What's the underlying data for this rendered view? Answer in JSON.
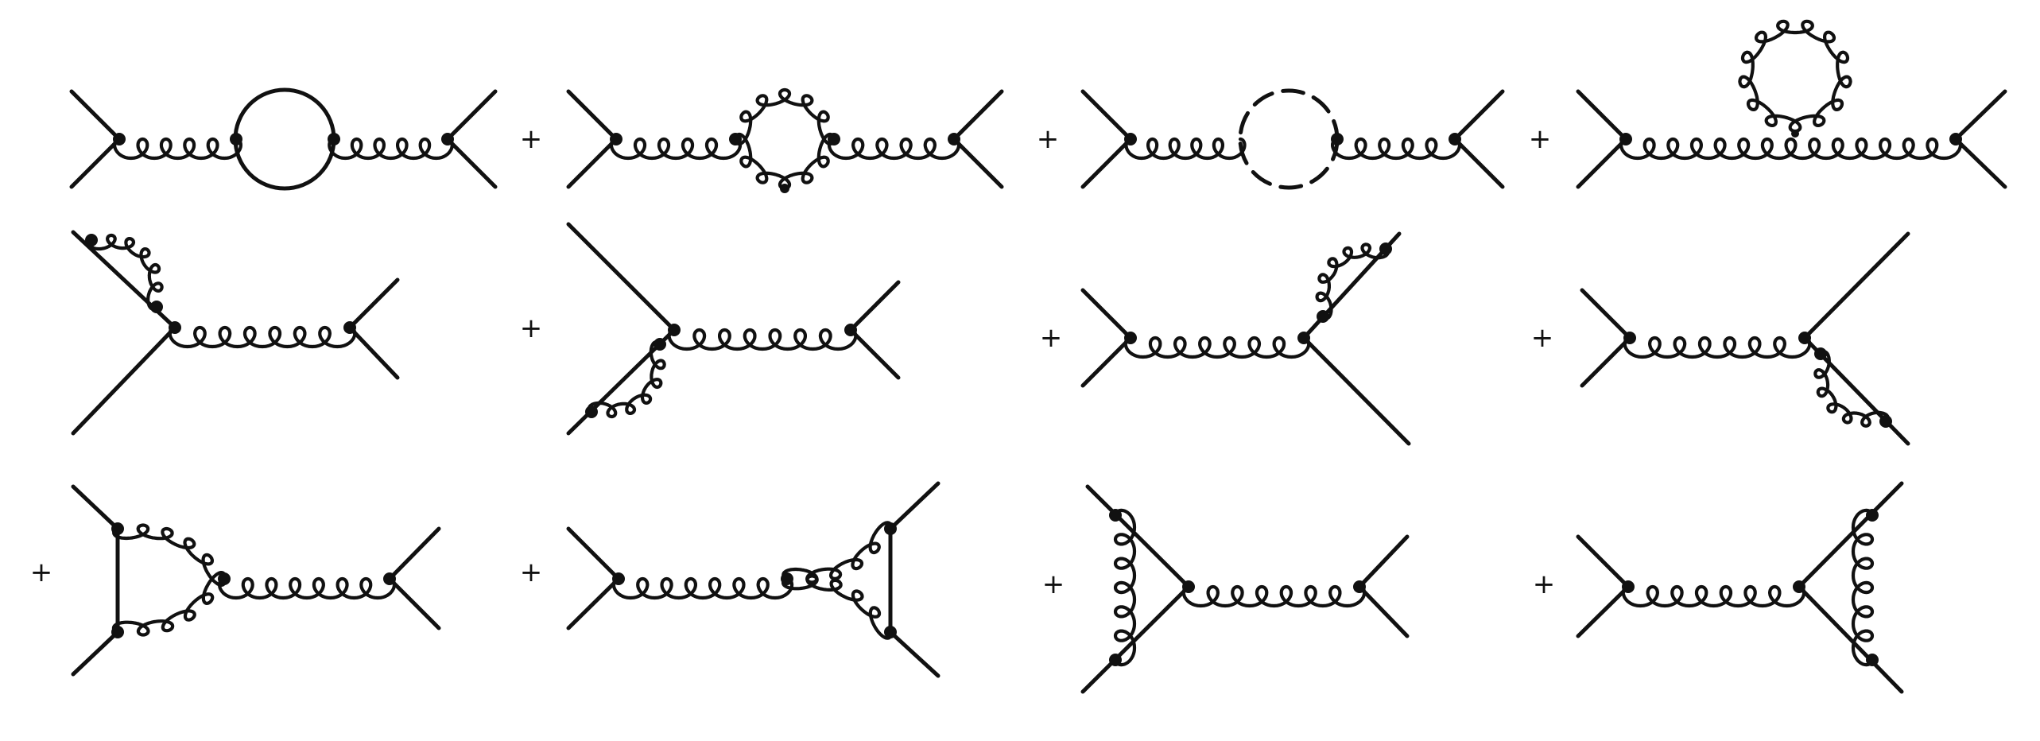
{
  "figure": {
    "operator_symbol": "+",
    "rows": [
      {
        "row": 1,
        "diagrams": [
          {
            "id": "d1",
            "leading_plus": false,
            "topology": "s-channel gluon with quark loop insertion"
          },
          {
            "id": "d2",
            "leading_plus": true,
            "topology": "s-channel gluon with gluon loop insertion"
          },
          {
            "id": "d3",
            "leading_plus": true,
            "topology": "s-channel gluon with ghost loop insertion"
          },
          {
            "id": "d4",
            "leading_plus": true,
            "topology": "s-channel gluon with tadpole gluon loop"
          }
        ]
      },
      {
        "row": 2,
        "diagrams": [
          {
            "id": "d5",
            "leading_plus": false,
            "topology": "quark self-energy on upper-left leg"
          },
          {
            "id": "d6",
            "leading_plus": true,
            "topology": "quark self-energy on lower-left leg"
          },
          {
            "id": "d7",
            "leading_plus": true,
            "topology": "quark self-energy on upper-right leg"
          },
          {
            "id": "d8",
            "leading_plus": true,
            "topology": "quark self-energy on lower-right leg"
          }
        ]
      },
      {
        "row": 3,
        "diagrams": [
          {
            "id": "d9",
            "leading_plus": true,
            "topology": "left vertex correction, non-abelian"
          },
          {
            "id": "d10",
            "leading_plus": true,
            "topology": "right vertex correction, non-abelian"
          },
          {
            "id": "d11",
            "leading_plus": true,
            "topology": "left vertex correction, abelian"
          },
          {
            "id": "d12",
            "leading_plus": true,
            "topology": "right vertex correction, abelian"
          }
        ]
      }
    ]
  }
}
